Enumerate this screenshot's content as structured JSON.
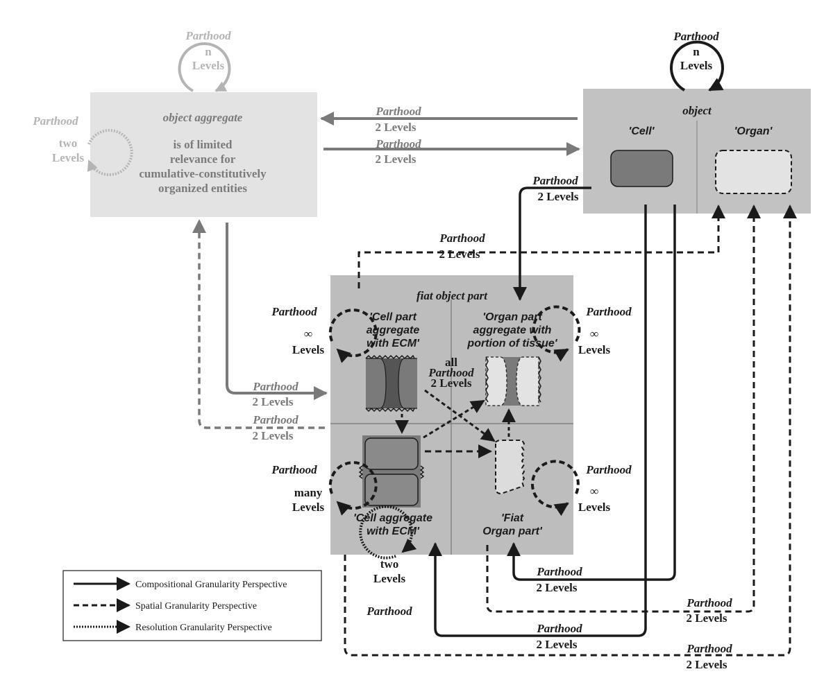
{
  "colors": {
    "dark": "#1a1a1a",
    "mid": "#7a7a7a",
    "light": "#b4b4b4",
    "box_fiat": "#bdbdbd",
    "box_object": "#c2c2c2",
    "box_aggregate": "#e3e3e3"
  },
  "boxes": {
    "object_aggregate": {
      "title": "object aggregate",
      "desc": [
        "is of limited",
        "relevance for",
        "cumulative-constitutively",
        "organized entities"
      ]
    },
    "object": {
      "title": "object",
      "cell": "'Cell'",
      "organ": "'Organ'"
    },
    "fiat": {
      "title": "fiat object part",
      "cell_part": [
        "'Cell part",
        "aggregate",
        "with ECM'"
      ],
      "organ_part": [
        "'Organ part",
        "aggregate with",
        "portion of tissue'"
      ],
      "cell_agg": [
        "'Cell aggregate",
        "with ECM'"
      ],
      "fiat_organ": [
        "'Fiat",
        "Organ part'"
      ],
      "all_label": "all",
      "all_parthood": "Parthood",
      "all_levels": "2 Levels"
    }
  },
  "loops": {
    "agg_top": {
      "title": "Parthood",
      "line1": "n",
      "line2": "Levels"
    },
    "agg_left": {
      "title": "Parthood",
      "line1": "two",
      "line2": "Levels"
    },
    "obj_top": {
      "title": "Parthood",
      "line1": "n",
      "line2": "Levels"
    },
    "cell_part": {
      "title": "Parthood",
      "line1": "∞",
      "line2": "Levels"
    },
    "organ_part": {
      "title": "Parthood",
      "line1": "∞",
      "line2": "Levels"
    },
    "cell_agg": {
      "title": "Parthood",
      "line1": "many",
      "line2": "Levels"
    },
    "fiat_organ": {
      "title": "Parthood",
      "line1": "∞",
      "line2": "Levels"
    },
    "bottom": {
      "title": "Parthood",
      "line1": "two",
      "line2": "Levels"
    }
  },
  "edges": {
    "obj_to_agg": {
      "title": "Parthood",
      "levels": "2 Levels"
    },
    "agg_to_obj": {
      "title": "Parthood",
      "levels": "2 Levels"
    },
    "obj_to_fiat": {
      "title": "Parthood",
      "levels": "2 Levels"
    },
    "fiat_to_organ": {
      "title": "Parthood",
      "levels": "2 Levels"
    },
    "agg_to_fiat": {
      "title": "Parthood",
      "levels": "2 Levels"
    },
    "fiat_to_agg": {
      "title": "Parthood",
      "levels": "2 Levels"
    },
    "cell_to_fiatorgan": {
      "title": "Parthood",
      "levels": "2 Levels"
    },
    "fiatorgan_to_organ": {
      "title": "Parthood",
      "levels": "2 Levels"
    },
    "cell_to_cellagg": {
      "title": "Parthood",
      "levels": "2 Levels"
    },
    "cellagg_to_organ": {
      "title": "Parthood",
      "levels": "2 Levels"
    }
  },
  "legend": {
    "compositional": "Compositional Granularity Perspective",
    "spatial": "Spatial Granularity Perspective",
    "resolution": "Resolution Granularity Perspective"
  }
}
